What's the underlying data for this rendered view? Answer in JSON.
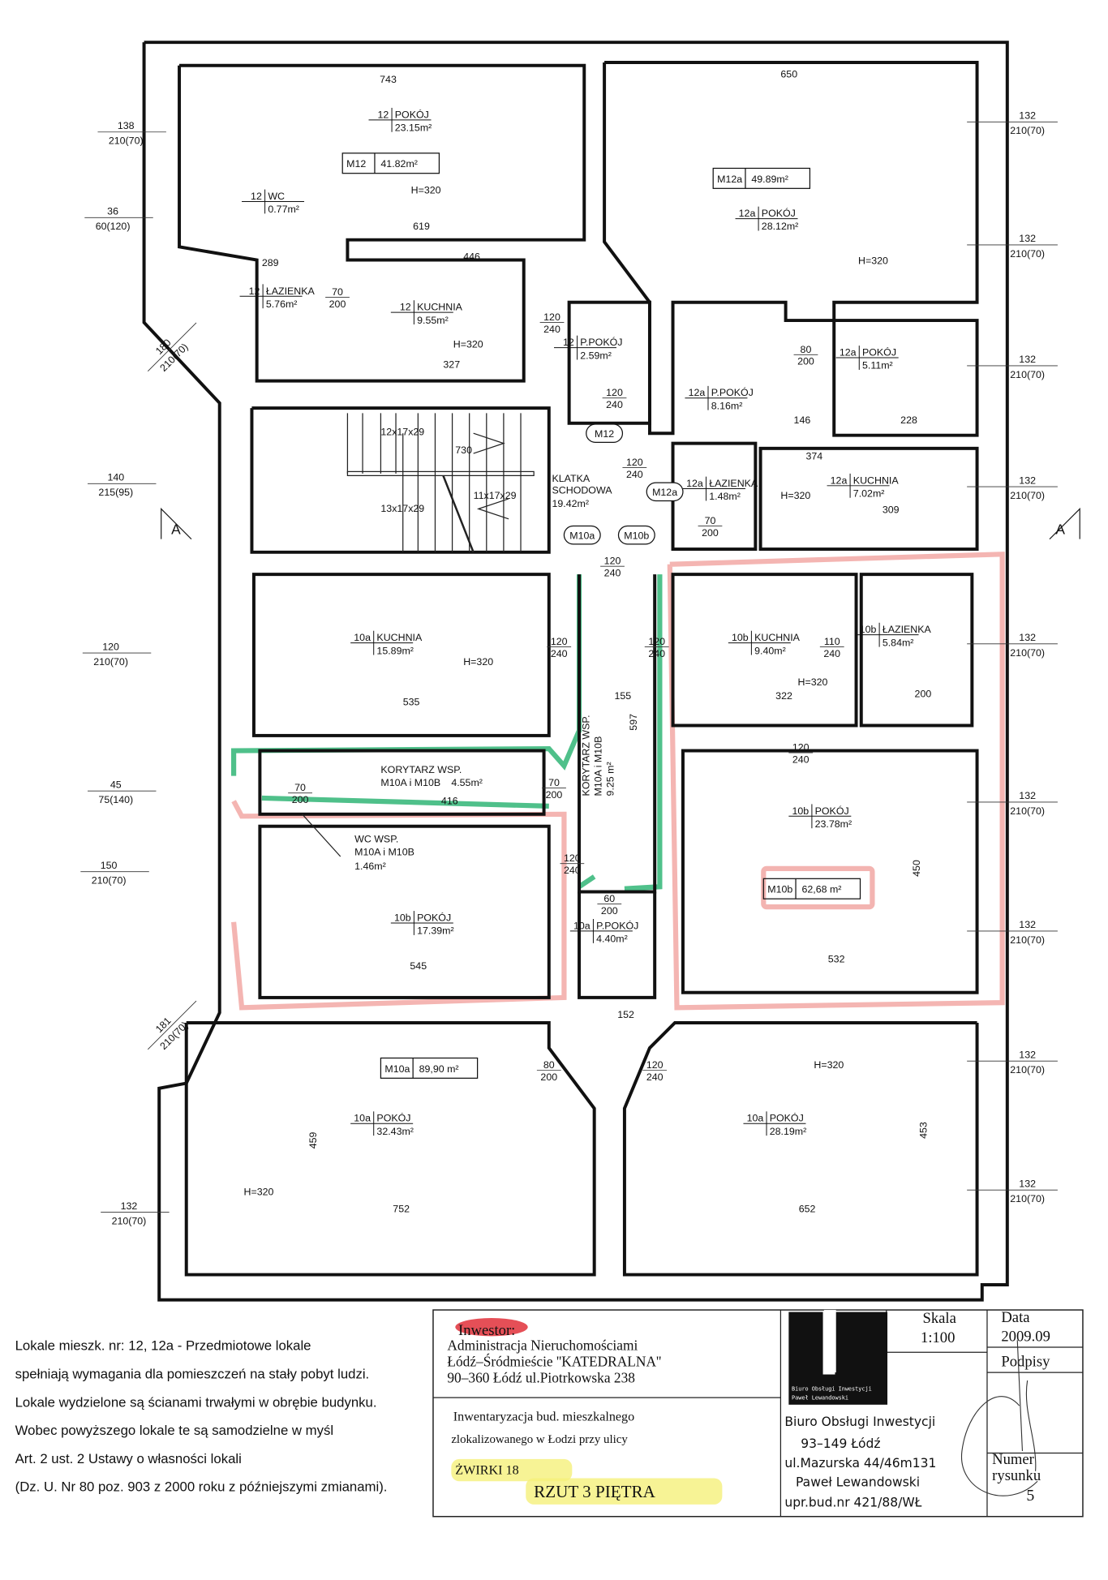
{
  "colors": {
    "ink": "#111111",
    "green_marker": "#3dba7e",
    "pink_marker": "#f2a8a4",
    "red_highlight": "#e0303a",
    "yellow_highlight": "#f5f07a"
  },
  "rooms": [
    {
      "unit": "12",
      "name": "POKÓJ",
      "area": "23.15m²"
    },
    {
      "unit": "12",
      "name": "WC",
      "area": "0.77m²"
    },
    {
      "unit": "12",
      "name": "ŁAZIENKA",
      "area": "5.76m²"
    },
    {
      "unit": "12",
      "name": "KUCHNIA",
      "area": "9.55m²"
    },
    {
      "unit": "12",
      "name": "P.POKÓJ",
      "area": "2.59m²"
    },
    {
      "unit": "12a",
      "name": "POKÓJ",
      "area": "28.12m²"
    },
    {
      "unit": "12a",
      "name": "P.POKÓJ",
      "area": "8.16m²"
    },
    {
      "unit": "12a",
      "name": "POKÓJ",
      "area": "5.11m²"
    },
    {
      "unit": "12a",
      "name": "ŁAZIENKA",
      "area": "1.48m²"
    },
    {
      "unit": "12a",
      "name": "KUCHNIA",
      "area": "7.02m²"
    },
    {
      "unit": "10a",
      "name": "KUCHNIA",
      "area": "15.89m²"
    },
    {
      "unit": "10b",
      "name": "KUCHNIA",
      "area": "9.40m²"
    },
    {
      "unit": "10b",
      "name": "ŁAZIENKA",
      "area": "5.84m²"
    },
    {
      "unit": "10b",
      "name": "POKÓJ",
      "area": "23.78m²"
    },
    {
      "unit": "10b",
      "name": "POKÓJ",
      "area": "17.39m²"
    },
    {
      "unit": "10a",
      "name": "P.POKÓJ",
      "area": "4.40m²"
    },
    {
      "unit": "10a",
      "name": "POKÓJ",
      "area": "32.43m²"
    },
    {
      "unit": "10a",
      "name": "POKÓJ",
      "area": "28.19m²"
    }
  ],
  "shared_spaces": {
    "staircase": {
      "line1": "KLATKA",
      "line2": "SCHODOWA",
      "area": "19.42m²"
    },
    "corridor_small": {
      "line1": "KORYTARZ WSP.",
      "line2": "M10A i M10B",
      "area": "4.55m²"
    },
    "wc_shared": {
      "line1": "WC WSP.",
      "line2": "M10A i M10B",
      "area": "1.46m²"
    },
    "corridor_main": {
      "line1": "KORYTARZ WSP.",
      "line2": "M10A i M10B",
      "area": "9.25 m²"
    }
  },
  "stairs": [
    "12x17x29",
    "13x17x29",
    "11x17x29"
  ],
  "unit_totals": [
    {
      "unit": "M12",
      "area": "41.82m²"
    },
    {
      "unit": "M12a",
      "area": "49.89m²"
    },
    {
      "unit": "M10b",
      "area": "62,68 m²"
    },
    {
      "unit": "M10a",
      "area": "89,90 m²"
    }
  ],
  "unit_tags": [
    "M12",
    "M12a",
    "M10a",
    "M10b"
  ],
  "heights": [
    "H=320",
    "H=320",
    "H=320",
    "H=320",
    "H=320",
    "H=320",
    "H=320",
    "H=320",
    "H=320"
  ],
  "windows_left": [
    [
      "138",
      "210(70)"
    ],
    [
      "36",
      "60(120)"
    ],
    [
      "180",
      "210(70)"
    ],
    [
      "140",
      "215(95)"
    ],
    [
      "120",
      "210(70)"
    ],
    [
      "45",
      "75(140)"
    ],
    [
      "150",
      "210(70)"
    ],
    [
      "181",
      "210(70)"
    ],
    [
      "132",
      "210(70)"
    ]
  ],
  "windows_right": [
    [
      "132",
      "210(70)"
    ],
    [
      "132",
      "210(70)"
    ],
    [
      "132",
      "210(70)"
    ],
    [
      "132",
      "210(70)"
    ],
    [
      "132",
      "210(70)"
    ],
    [
      "132",
      "210(70)"
    ],
    [
      "132",
      "210(70)"
    ],
    [
      "132",
      "210(70)"
    ],
    [
      "132",
      "210(70)"
    ]
  ],
  "doors": [
    [
      "70",
      "200"
    ],
    [
      "120",
      "240"
    ],
    [
      "120",
      "240"
    ],
    [
      "80",
      "200"
    ],
    [
      "120",
      "240"
    ],
    [
      "70",
      "200"
    ],
    [
      "120",
      "240"
    ],
    [
      "120",
      "240"
    ],
    [
      "120",
      "240"
    ],
    [
      "70",
      "200"
    ],
    [
      "120",
      "240"
    ],
    [
      "70",
      "200"
    ],
    [
      "60",
      "200"
    ],
    [
      "120",
      "240"
    ],
    [
      "80",
      "200"
    ],
    [
      "120",
      "240"
    ],
    [
      "110",
      "240"
    ]
  ],
  "dimensions": [
    "743",
    "650",
    "619",
    "446",
    "289",
    "327",
    "730",
    "535",
    "155",
    "322",
    "200",
    "416",
    "545",
    "532",
    "752",
    "652",
    "152",
    "459",
    "453",
    "450",
    "597",
    "374",
    "309",
    "228",
    "146"
  ],
  "section_marker": "A",
  "notes": [
    "Lokale  mieszk. nr: 12, 12a - Przedmiotowe lokale",
    "spełniają wymagania dla pomieszczeń na stały pobyt ludzi.",
    "Lokale wydzielone są ścianami trwałymi w obrębie budynku.",
    "Wobec powyższego lokale te są samodzielne w myśl",
    "Art. 2 ust. 2 Ustawy o własności lokali",
    "(Dz. U. Nr 80 poz. 903 z 2000 roku z późniejszymi zmianami)."
  ],
  "title_block": {
    "investor_label": "Inwestor:",
    "investor_lines": [
      "Administracja Nieruchomościami",
      "Łódź–Śródmieście ''KATEDRALNA''",
      "90–360 Łódź ul.Piotrkowska 238"
    ],
    "description_lines": [
      "Inwentaryzacja bud. mieszkalnego",
      "zlokalizowanego w Łodzi przy ulicy"
    ],
    "street": "ŻWIRKI 18",
    "drawing_title": "RZUT 3 PIĘTRA",
    "logo_text": [
      "Biuro Obsługi Inwestycji",
      "Paweł Lewandowski"
    ],
    "office_lines": [
      "Biuro Obsługi Inwestycji",
      "93–149 Łódź",
      "ul.Mazurska 44/46m131",
      "Paweł Lewandowski",
      "upr.bud.nr 421/88/WŁ"
    ],
    "scale_label": "Skala",
    "scale_value": "1:100",
    "date_label": "Data",
    "date_value": "2009.09",
    "signatures_label": "Podpisy",
    "drawing_number_label": [
      "Numer",
      "rysunku"
    ],
    "drawing_number": "5"
  }
}
